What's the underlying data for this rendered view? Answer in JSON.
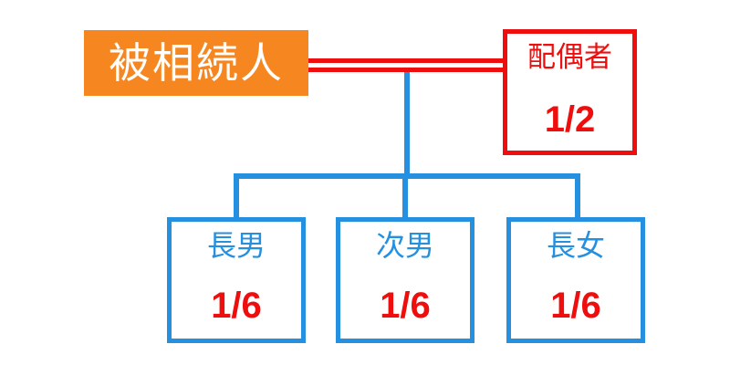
{
  "diagram": {
    "type": "family-inheritance-tree",
    "decedent": {
      "label": "被相続人"
    },
    "spouse": {
      "label": "配偶者",
      "share": "1/2"
    },
    "children": [
      {
        "label": "長男",
        "share": "1/6"
      },
      {
        "label": "次男",
        "share": "1/6"
      },
      {
        "label": "長女",
        "share": "1/6"
      }
    ],
    "colors": {
      "decedent_fill": "#F6861F",
      "decedent_text": "#FFFFFF",
      "spouse_red": "#EE0E0E",
      "share_red": "#EE0E0E",
      "connector_blue": "#2490DF",
      "background": "#FFFFFF"
    }
  }
}
